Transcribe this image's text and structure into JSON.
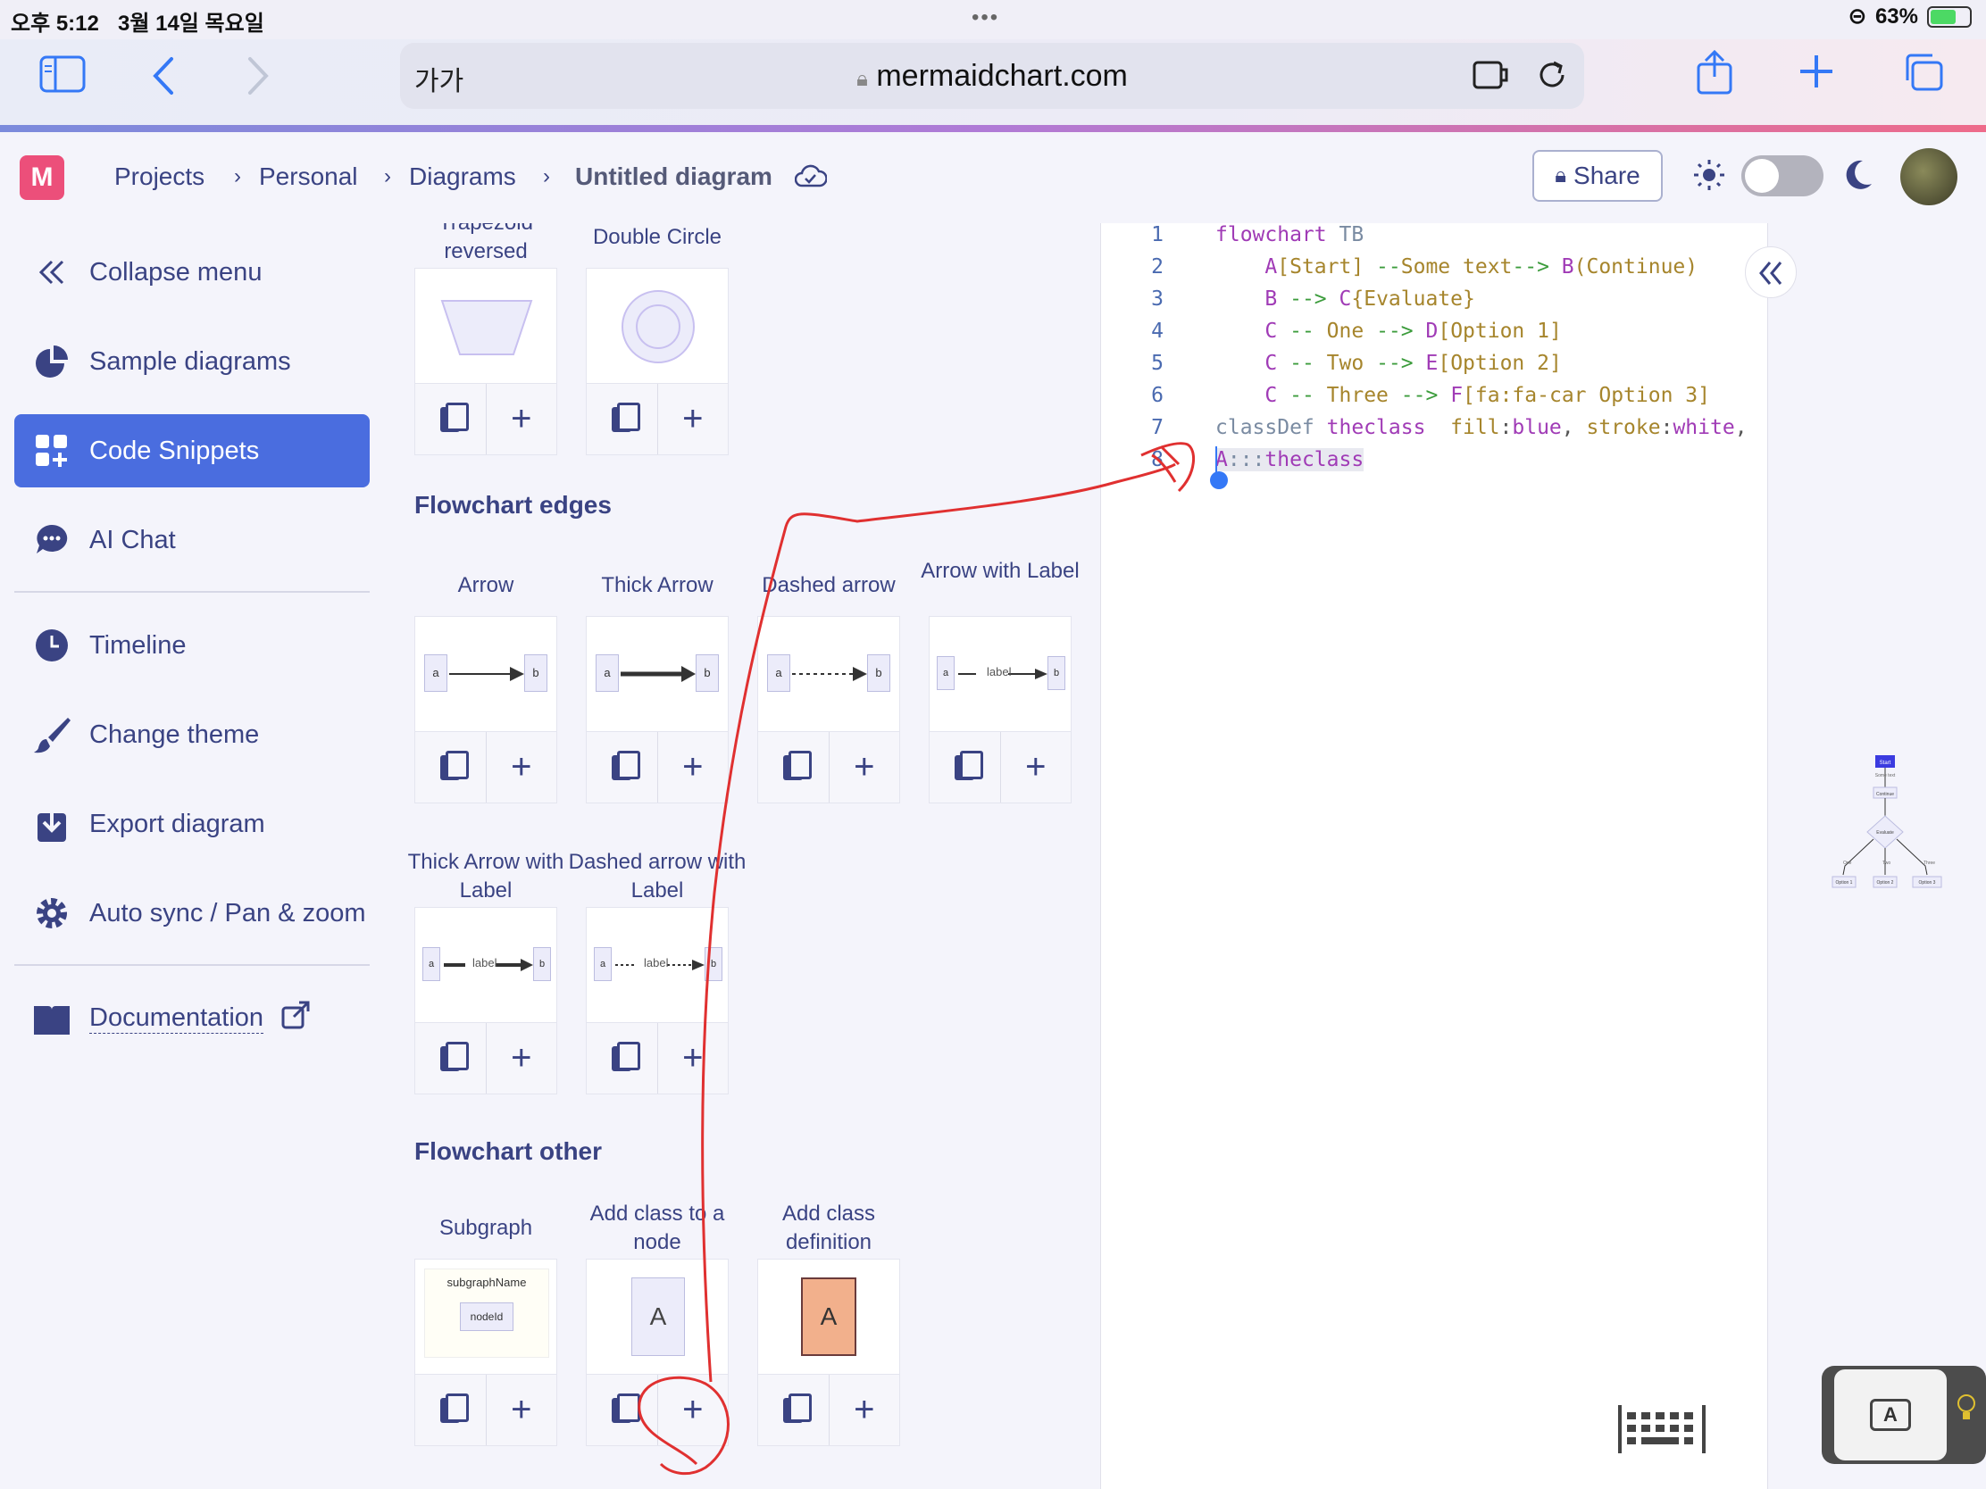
{
  "status": {
    "time": "오후 5:12",
    "date": "3월 14일 목요일",
    "battery": "63%"
  },
  "browser": {
    "text_size": "가가",
    "url": "mermaidchart.com"
  },
  "breadcrumb": {
    "projects": "Projects",
    "personal": "Personal",
    "diagrams": "Diagrams",
    "current": "Untitled diagram"
  },
  "header": {
    "share": "Share"
  },
  "sidebar": {
    "collapse": "Collapse menu",
    "sample": "Sample diagrams",
    "snippets": "Code Snippets",
    "ai_chat": "AI Chat",
    "timeline": "Timeline",
    "theme": "Change theme",
    "export": "Export diagram",
    "autosync": "Auto sync / Pan & zoom",
    "docs": "Documentation"
  },
  "snippets": {
    "shapes": {
      "trapezoid": "Trapezoid reversed",
      "double_circle": "Double Circle"
    },
    "edges_title": "Flowchart edges",
    "edges": {
      "arrow": "Arrow",
      "thick_arrow": "Thick Arrow",
      "dashed_arrow": "Dashed arrow",
      "arrow_label": "Arrow with Label",
      "thick_label": "Thick Arrow with Label",
      "dashed_label": "Dashed arrow with Label"
    },
    "preview": {
      "a": "a",
      "b": "b",
      "label": "label"
    },
    "other_title": "Flowchart other",
    "other": {
      "subgraph": "Subgraph",
      "add_class": "Add class to a node",
      "add_class_def": "Add class definition",
      "subgraph_name": "subgraphName",
      "node_id": "nodeId",
      "node_a": "A"
    }
  },
  "editor": {
    "line_numbers": [
      "1",
      "2",
      "3",
      "4",
      "5",
      "6",
      "7",
      "8"
    ]
  },
  "minimap": {
    "start": "Start",
    "some_text": "Some text",
    "continue": "Continue",
    "evaluate": "Evaluate",
    "one": "One",
    "two": "Two",
    "three": "Three",
    "opt1": "Option 1",
    "opt2": "Option 2",
    "opt3": "Option 3"
  },
  "colors": {
    "accent": "#4a6ddf",
    "logo": "#ec4f7a",
    "annotation": "#e03030",
    "class_fill": "#f2b08c"
  }
}
